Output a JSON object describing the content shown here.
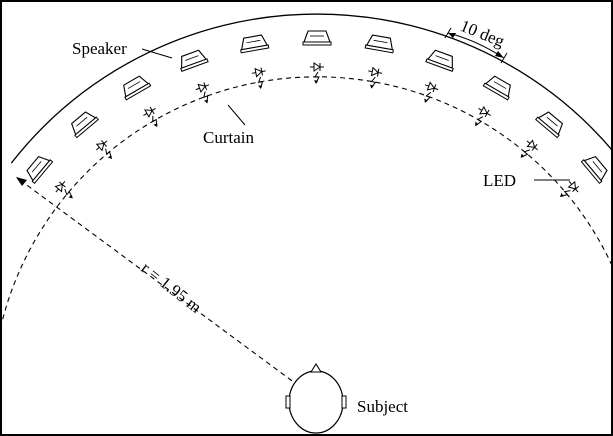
{
  "labels": {
    "speaker": "Speaker",
    "curtain": "Curtain",
    "led": "LED",
    "angle": "10 deg",
    "radius": "r = 1.95 m",
    "subject": "Subject"
  },
  "setup": {
    "speaker_count": 11,
    "angular_spacing_deg": 10,
    "radius_m": 1.95
  },
  "icons": {
    "speaker": "speaker-icon",
    "led": "led-icon",
    "head": "head-icon"
  },
  "colors": {
    "line": "#000000",
    "background": "#ffffff"
  }
}
